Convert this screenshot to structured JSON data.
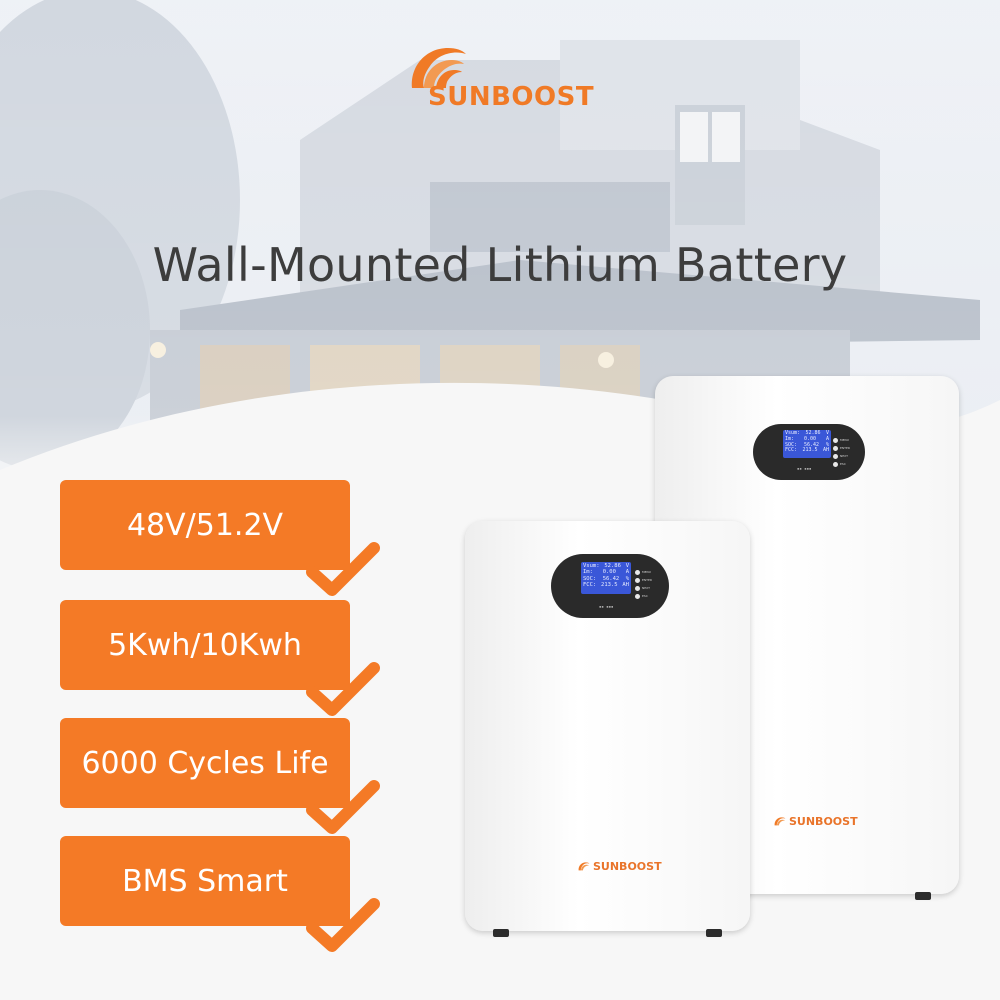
{
  "brand": {
    "name": "SUNBOOST",
    "color": "#f07a26"
  },
  "headline": "Wall-Mounted Lithium Battery",
  "features": [
    {
      "label": "48V/51.2V"
    },
    {
      "label": "5Kwh/10Kwh"
    },
    {
      "label": "6000 Cycles Life"
    },
    {
      "label": "BMS Smart"
    }
  ],
  "colors": {
    "feature_bg": "#f47a26",
    "headline": "#3d3d3d",
    "display_screen": "#3a57d8"
  },
  "batteries": {
    "large": {
      "screen": [
        {
          "k": "Vsum:",
          "v": "52.86",
          "u": "V"
        },
        {
          "k": "Im:",
          "v": "0.00",
          "u": "A"
        },
        {
          "k": "SOC:",
          "v": "56.42",
          "u": "%"
        },
        {
          "k": "FCC:",
          "v": "213.5",
          "u": "AH"
        }
      ],
      "buttons": [
        "MENU",
        "ENTER",
        "NEXT",
        "ESC"
      ],
      "logo": "SUNBOOST"
    },
    "small": {
      "screen": [
        {
          "k": "Vsum:",
          "v": "52.86",
          "u": "V"
        },
        {
          "k": "Im:",
          "v": "0.00",
          "u": "A"
        },
        {
          "k": "SOC:",
          "v": "56.42",
          "u": "%"
        },
        {
          "k": "FCC:",
          "v": "213.5",
          "u": "AH"
        }
      ],
      "buttons": [
        "MENU",
        "ENTER",
        "NEXT",
        "ESC"
      ],
      "logo": "SUNBOOST"
    }
  },
  "icons": {
    "logo": "sun-swoosh-icon",
    "check": "check-mark-icon"
  }
}
